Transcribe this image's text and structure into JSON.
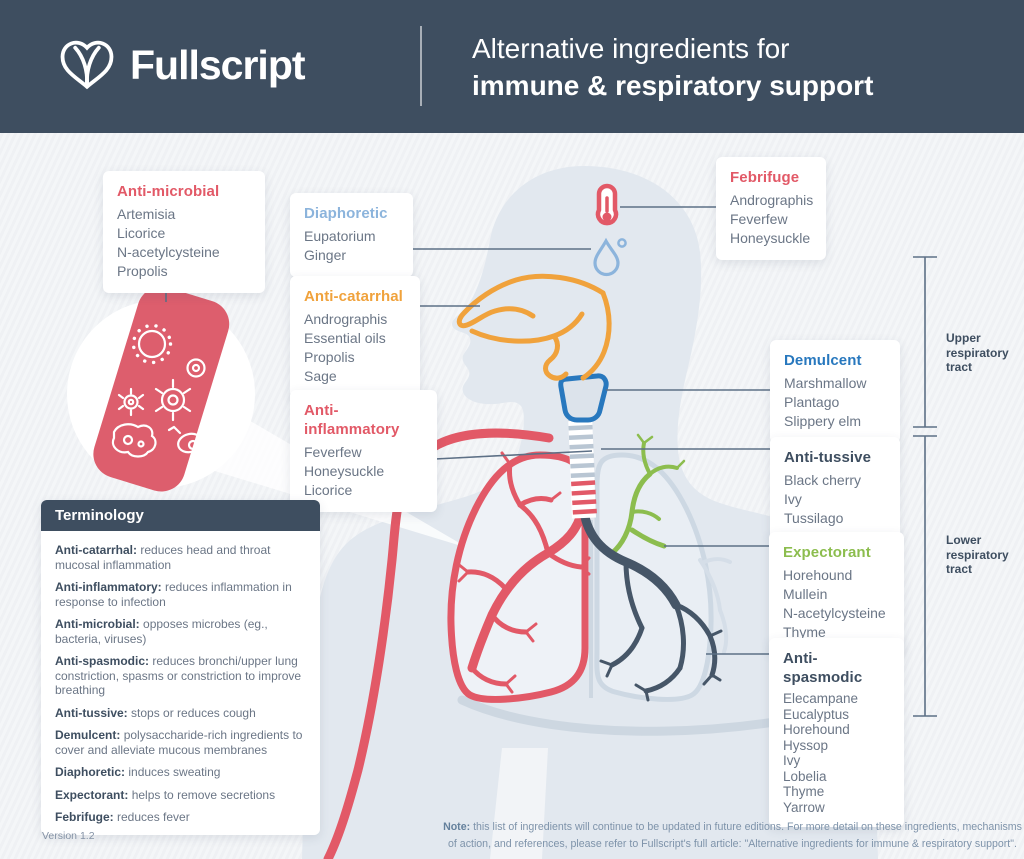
{
  "header": {
    "brand": "Fullscript",
    "title_line1": "Alternative ingredients for",
    "title_line2": "immune & respiratory support"
  },
  "categories": [
    {
      "title": "Anti-microbial",
      "color": "#e25967",
      "items": [
        "Artemisia",
        "Licorice",
        "N-acetylcysteine",
        "Propolis"
      ]
    },
    {
      "title": "Diaphoretic",
      "color": "#8cb4dc",
      "items": [
        "Eupatorium",
        "Ginger"
      ]
    },
    {
      "title": "Anti-catarrhal",
      "color": "#f0a23c",
      "items": [
        "Andrographis",
        "Essential oils",
        "Propolis",
        "Sage"
      ]
    },
    {
      "title": "Anti-inflammatory",
      "color": "#e25967",
      "items": [
        "Feverfew",
        "Honeysuckle",
        "Licorice"
      ]
    },
    {
      "title": "Febrifuge",
      "color": "#e25967",
      "items": [
        "Andrographis",
        "Feverfew",
        "Honeysuckle"
      ]
    },
    {
      "title": "Demulcent",
      "color": "#2878be",
      "items": [
        "Marshmallow",
        "Plantago",
        "Slippery elm"
      ]
    },
    {
      "title": "Anti-tussive",
      "color": "#3e4e60",
      "items": [
        "Black cherry",
        "Ivy",
        "Tussilago"
      ]
    },
    {
      "title": "Expectorant",
      "color": "#8cbd4e",
      "items": [
        "Horehound",
        "Mullein",
        "N-acetylcysteine",
        "Thyme"
      ]
    },
    {
      "title": "Anti-spasmodic",
      "color": "#3e4e60",
      "items": [
        "Elecampane",
        "Eucalyptus",
        "Horehound",
        "Hyssop",
        "Ivy",
        "Lobelia",
        "Thyme",
        "Yarrow"
      ]
    }
  ],
  "tract_labels": {
    "upper": "Upper respiratory tract",
    "lower": "Lower respiratory tract"
  },
  "terminology": {
    "title": "Terminology",
    "entries": [
      {
        "term": "Anti-catarrhal:",
        "definition": "reduces head and throat mucosal inflammation"
      },
      {
        "term": "Anti-inflammatory:",
        "definition": "reduces inflammation in response to infection"
      },
      {
        "term": "Anti-microbial:",
        "definition": "opposes microbes (eg., bacteria, viruses)"
      },
      {
        "term": "Anti-spasmodic:",
        "definition": "reduces bronchi/upper lung constriction, spasms or constriction to improve breathing"
      },
      {
        "term": "Anti-tussive:",
        "definition": "stops or reduces cough"
      },
      {
        "term": "Demulcent:",
        "definition": "polysaccharide-rich ingredients to cover and alleviate mucous membranes"
      },
      {
        "term": "Diaphoretic:",
        "definition": "induces sweating"
      },
      {
        "term": "Expectorant:",
        "definition": "helps to remove secretions"
      },
      {
        "term": "Febrifuge:",
        "definition": "reduces fever"
      }
    ]
  },
  "footer": {
    "version": "Version 1.2",
    "note_label": "Note:",
    "note_text": "this list of ingredients will continue to be updated in future editions. For more detail on these ingredients, mechanisms of action, and references, please refer to Fullscript's full article: \"Alternative ingredients for immune & respiratory support\"."
  },
  "colors": {
    "header_bg": "#3e4e60",
    "page_bg": "#f2f4f7",
    "accent_red": "#e25967",
    "accent_orange": "#f0a23c",
    "accent_light_blue": "#8cb4dc",
    "accent_blue": "#2878be",
    "accent_navy": "#3e4e60",
    "accent_green": "#8cbd4e",
    "body_silhouette": "#e2e8ef",
    "leader_line": "#5d7086"
  }
}
